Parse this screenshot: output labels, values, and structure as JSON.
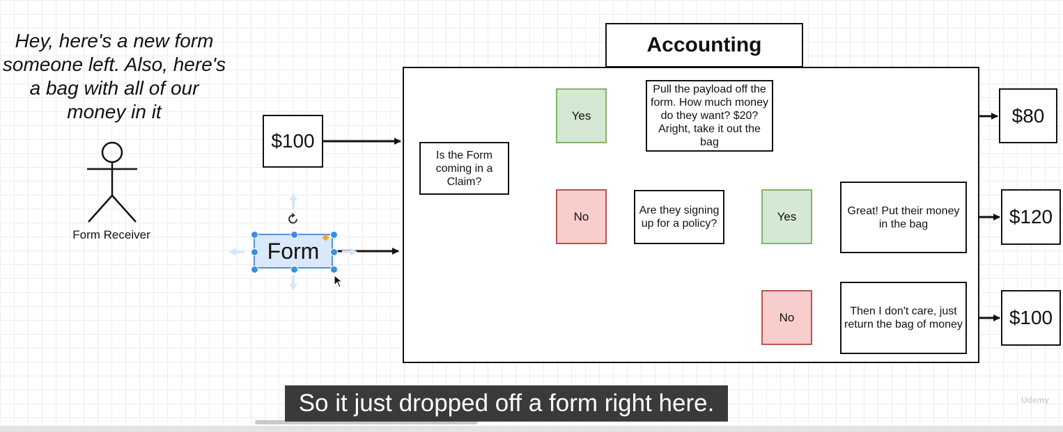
{
  "diagram": {
    "speech_text": "Hey, here's a new form someone left.  Also, here's a bag with all of our money in it",
    "actor_label": "Form Receiver",
    "incoming_money": "$100",
    "form_label": "Form",
    "container_title": "Accounting",
    "decision_claim": "Is the Form coming in a Claim?",
    "yes_label_1": "Yes",
    "no_label_1": "No",
    "claim_action": "Pull the payload off the form.  How much money do they want? $20? Aright, take it out the bag",
    "decision_policy": "Are they signing up for a policy?",
    "yes_label_2": "Yes",
    "no_label_2": "No",
    "policy_yes_action": "Great! Put their money in the bag",
    "policy_no_action": "Then I don't care, just return the bag of money",
    "output_1": "$80",
    "output_2": "$120",
    "output_3": "$100"
  },
  "caption": "So it just dropped off a form right here.",
  "watermark": "Udemy",
  "colors": {
    "yes_fill": "#d5e8d4",
    "yes_border": "#82b366",
    "no_fill": "#f8cecc",
    "no_border": "#b85450",
    "selected_fill": "#dae8fc",
    "selection_handle": "#3b8de2",
    "caption_bg": "#3a3a3a"
  }
}
